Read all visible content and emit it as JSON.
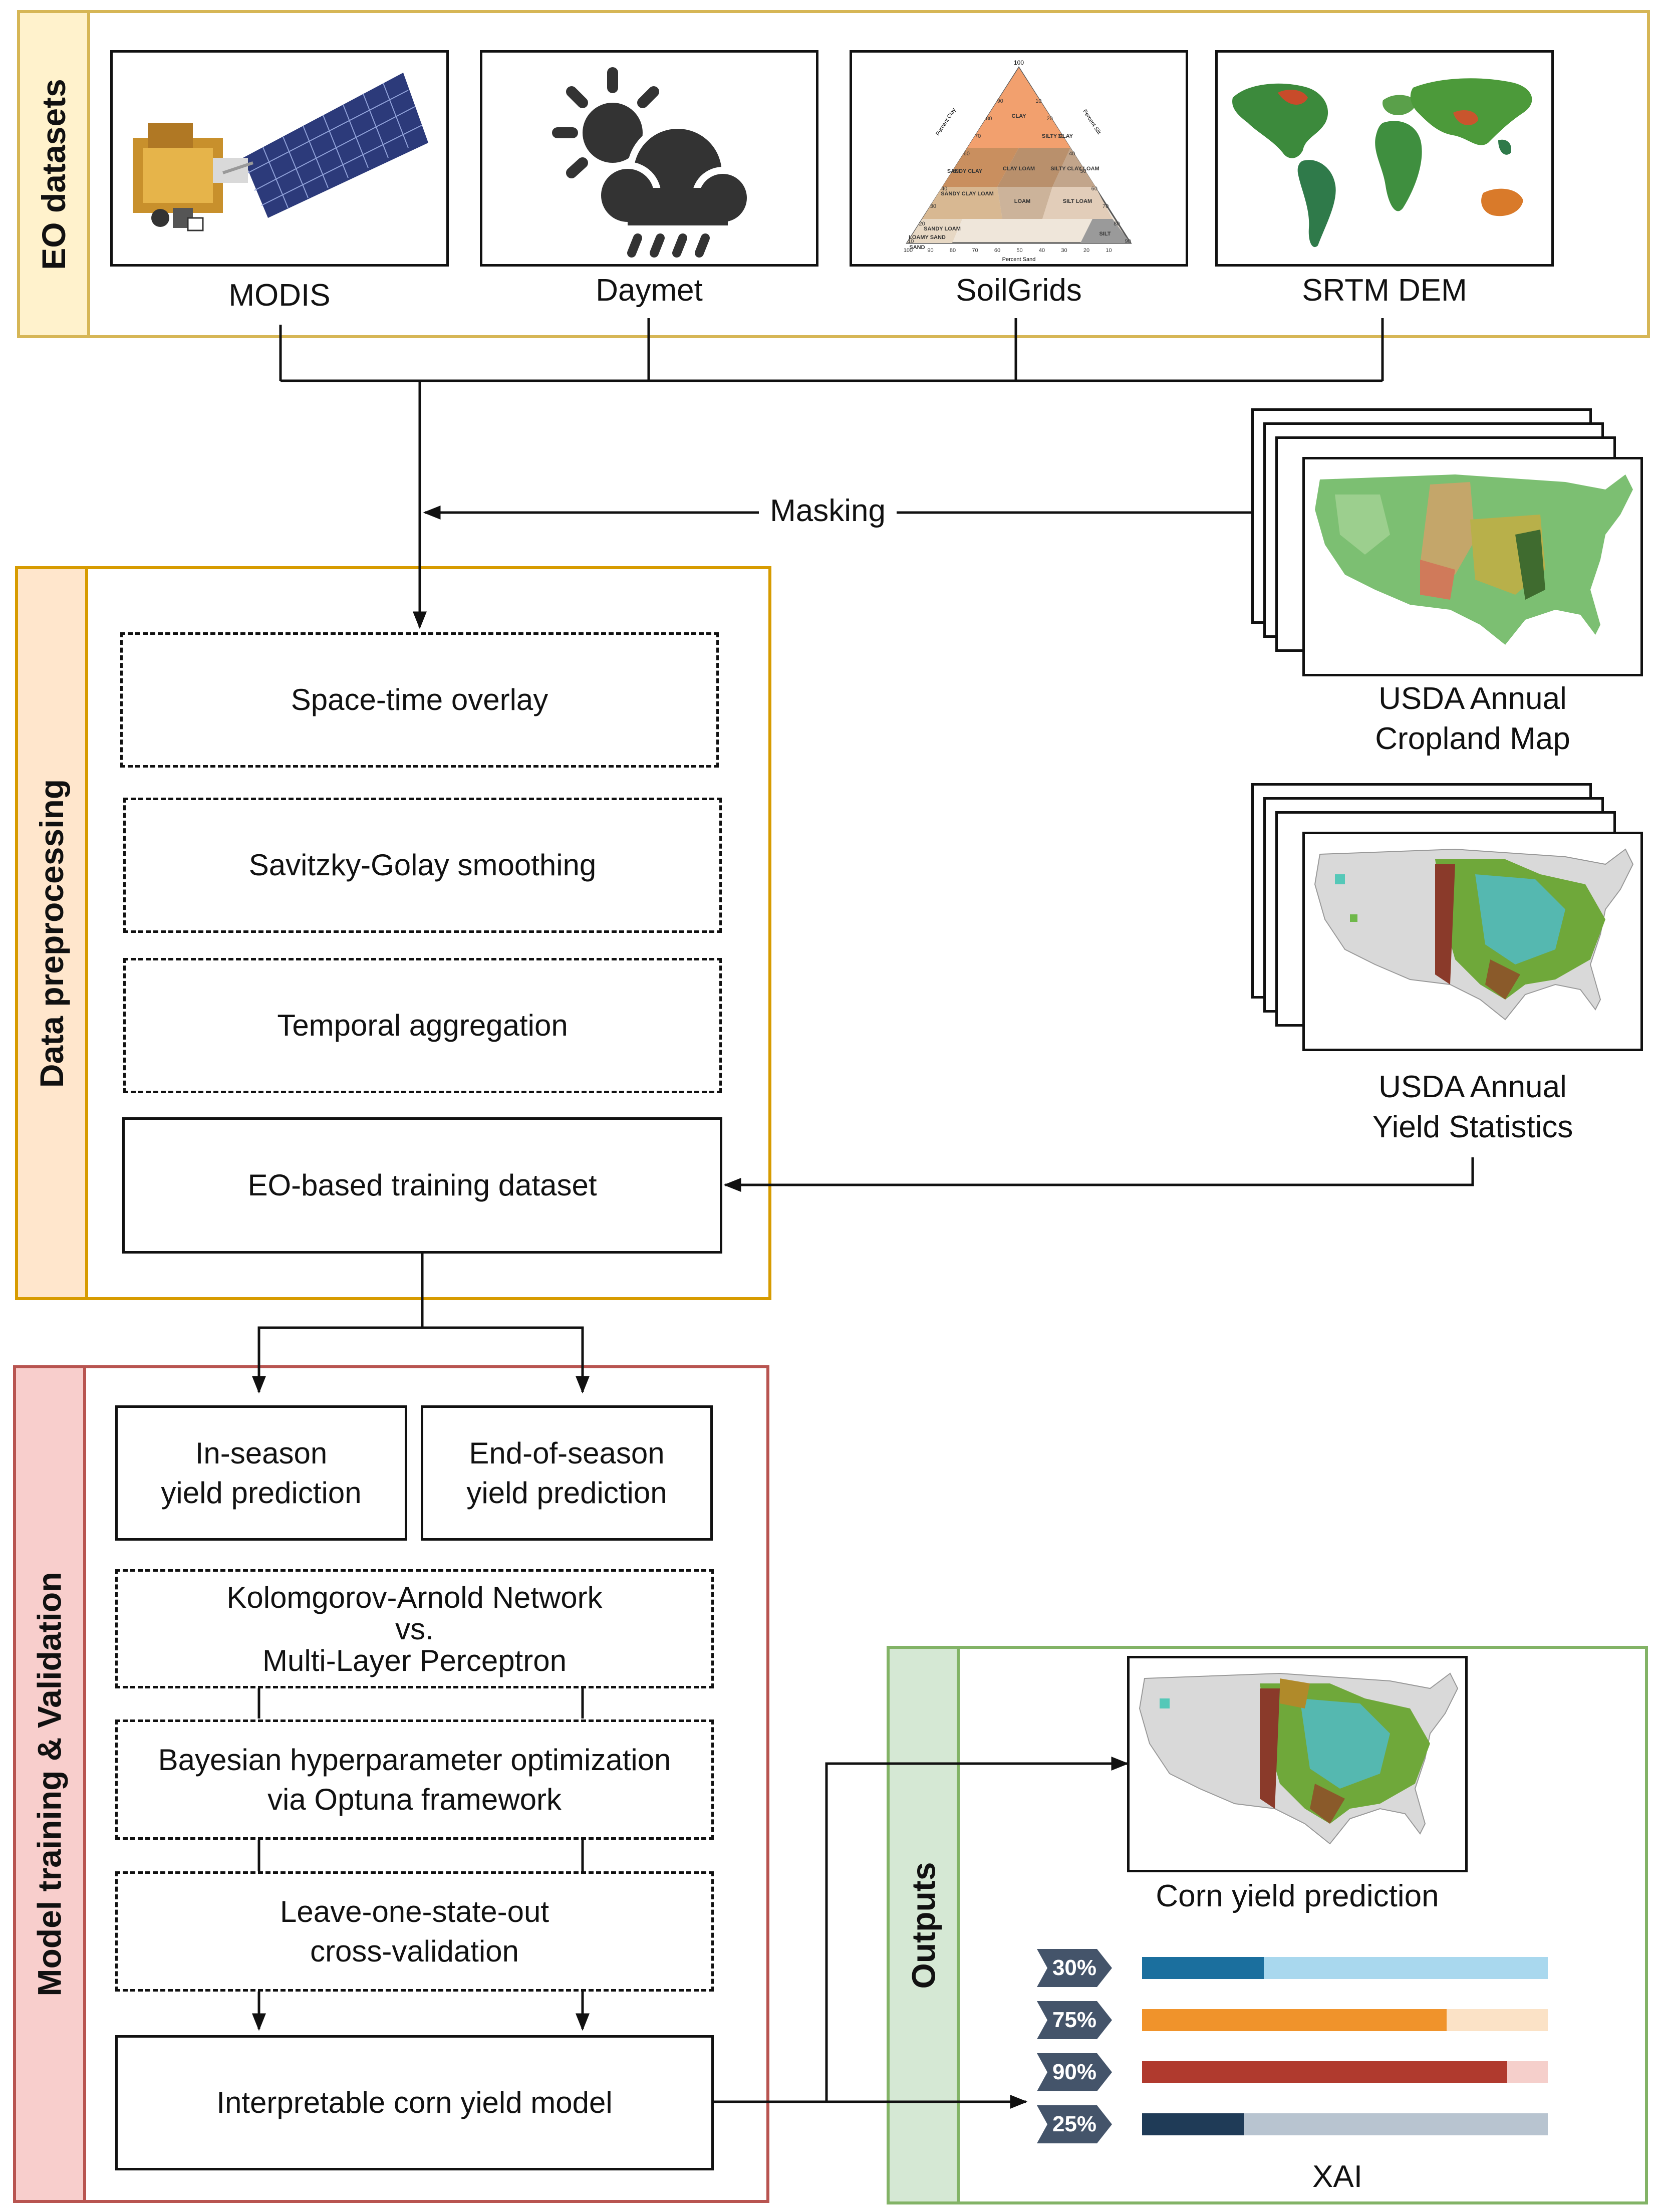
{
  "panels": {
    "eo": "EO datasets",
    "preprocessing": "Data preprocessing",
    "model": "Model training & Validation",
    "outputs": "Outputs"
  },
  "datasets": [
    "MODIS",
    "Daymet",
    "SoilGrids",
    "SRTM DEM"
  ],
  "soil_triangle": {
    "top": "100",
    "classes": [
      "CLAY",
      "SILTY CLAY",
      "SANDY CLAY",
      "CLAY LOAM",
      "SILTY CLAY LOAM",
      "SANDY CLAY LOAM",
      "LOAM",
      "SILT LOAM",
      "SANDY LOAM",
      "LOAMY SAND",
      "SAND",
      "SILT"
    ],
    "bottom_ticks": [
      "100",
      "90",
      "80",
      "70",
      "60",
      "50",
      "40",
      "30",
      "20",
      "10"
    ],
    "left_ticks": [
      "90",
      "80",
      "70",
      "60",
      "50",
      "40",
      "30",
      "20",
      "10"
    ],
    "right_ticks": [
      "10",
      "20",
      "30",
      "40",
      "50",
      "60",
      "70",
      "80",
      "90"
    ],
    "axis_labels": {
      "left": "Percent Clay",
      "right": "Percent Silt",
      "bottom": "Percent Sand"
    }
  },
  "masking": "Masking",
  "cropland_label": [
    "USDA Annual",
    "Cropland Map"
  ],
  "yield_stats_label": [
    "USDA Annual",
    "Yield Statistics"
  ],
  "preprocessing_steps": [
    "Space-time overlay",
    "Savitzky-Golay smoothing",
    "Temporal aggregation"
  ],
  "training_dataset": "EO-based training dataset",
  "predictions": {
    "in_season": [
      "In-season",
      "yield prediction"
    ],
    "end_season": [
      "End-of-season",
      "yield prediction"
    ]
  },
  "model_steps": {
    "network": [
      "Kolomgorov-Arnold Network",
      "vs.",
      "Multi-Layer Perceptron"
    ],
    "optimization": [
      "Bayesian hyperparameter optimization",
      "via Optuna framework"
    ],
    "validation": [
      "Leave-one-state-out",
      "cross-validation"
    ]
  },
  "final_model": "Interpretable corn yield model",
  "outputs": {
    "prediction_label": "Corn yield prediction",
    "xai_label": "XAI",
    "bars": [
      {
        "label": "30%",
        "value": 0.3,
        "dark": "#1b6f9e",
        "light": "#a9d8ee",
        "tag": "#44546a"
      },
      {
        "label": "75%",
        "value": 0.75,
        "dark": "#f0932b",
        "light": "#fbe2c6",
        "tag": "#44546a"
      },
      {
        "label": "90%",
        "value": 0.9,
        "dark": "#b03a2e",
        "light": "#f5cfcb",
        "tag": "#44546a"
      },
      {
        "label": "25%",
        "value": 0.25,
        "dark": "#1f3b57",
        "light": "#b8c4d0",
        "tag": "#44546a"
      }
    ]
  },
  "colors": {
    "eo_border": "#d6b656",
    "eo_fill": "#fff2cc",
    "prep_border": "#d79b00",
    "prep_fill": "#ffe6cc",
    "model_border": "#b85450",
    "model_fill": "#f8cecc",
    "out_border": "#82b366",
    "out_fill": "#d5e8d4"
  },
  "icons": [
    "satellite-icon",
    "weather-icon",
    "soil-texture-triangle-icon",
    "world-elevation-map-icon",
    "us-cropland-map-icon",
    "us-yield-map-icon"
  ]
}
